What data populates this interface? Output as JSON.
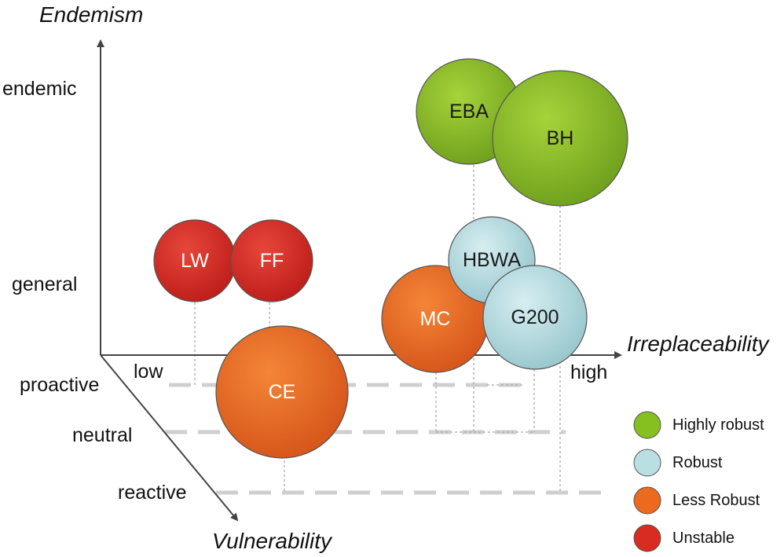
{
  "axes": {
    "endemism_title": "Endemism",
    "irreplaceability_title": "Irreplaceability",
    "vulnerability_title": "Vulnerability",
    "endemism_ticks": {
      "top": "endemic",
      "bottom": "general"
    },
    "irreplaceability_ticks": {
      "low": "low",
      "high": "high"
    },
    "vulnerability_ticks": {
      "near": "proactive",
      "mid": "neutral",
      "far": "reactive"
    }
  },
  "bubbles": [
    {
      "label": "LW",
      "category": "unstable"
    },
    {
      "label": "FF",
      "category": "unstable"
    },
    {
      "label": "CE",
      "category": "less_robust"
    },
    {
      "label": "MC",
      "category": "less_robust"
    },
    {
      "label": "HBWA",
      "category": "robust"
    },
    {
      "label": "G200",
      "category": "robust"
    },
    {
      "label": "EBA",
      "category": "highly_robust"
    },
    {
      "label": "BH",
      "category": "highly_robust"
    }
  ],
  "legend": [
    {
      "key": "highly_robust",
      "label": "Highly robust",
      "color": "#86c020"
    },
    {
      "key": "robust",
      "label": "Robust",
      "color": "#b9dfe3"
    },
    {
      "key": "less_robust",
      "label": "Less Robust",
      "color": "#ec6a1f"
    },
    {
      "key": "unstable",
      "label": "Unstable",
      "color": "#d82b22"
    }
  ],
  "colors": {
    "highly_robust": {
      "light": "#a6d33a",
      "dark": "#6e9f1c",
      "text": "#1a1a1a"
    },
    "robust": {
      "light": "#d3ecef",
      "dark": "#9ccad0",
      "text": "#1a1a1a"
    },
    "less_robust": {
      "light": "#f48536",
      "dark": "#d5541a",
      "text": "#ffffff"
    },
    "unstable": {
      "light": "#e6463a",
      "dark": "#bd1d19",
      "text": "#ffffff"
    }
  }
}
